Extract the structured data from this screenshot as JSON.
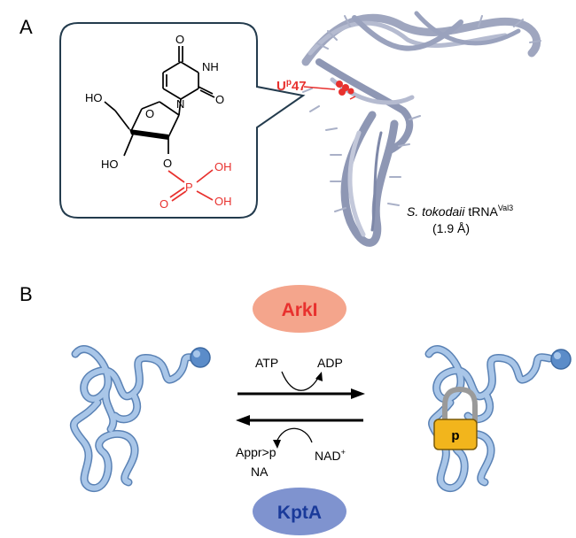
{
  "panel_a": {
    "label": "A",
    "molecule": {
      "atom_o_top": "O",
      "atom_nh": "NH",
      "atom_o_right": "O",
      "atom_n": "N",
      "atom_ho_top": "HO",
      "atom_o_ring": "O",
      "atom_ho_bottom": "HO",
      "atom_o_2p": "O",
      "atom_oh_1": "OH",
      "atom_p": "P",
      "atom_o_dbl": "O",
      "atom_oh_2": "OH"
    },
    "site_label_main": "U",
    "site_label_sup": "p",
    "site_label_num": "47",
    "species": "S. tokodaii",
    "trna": "tRNA",
    "trna_sup": "Val3",
    "resolution": "(1.9 Å)"
  },
  "panel_b": {
    "label": "B",
    "enzyme_top": "ArkI",
    "enzyme_bottom": "KptA",
    "atp": "ATP",
    "adp": "ADP",
    "nad": "NAD",
    "nad_sup": "+",
    "appr": "Appr>p",
    "na": "NA",
    "lock_label": "p"
  },
  "colors": {
    "red": "#e8312e",
    "enzyme_top_fill": "#f4a58c",
    "enzyme_bottom_fill": "#7f93cf",
    "rna_fill": "#a9c6e8",
    "rna_stroke": "#5a82b5",
    "lock_fill": "#f2b51c",
    "lock_shackle": "#9a9a9a",
    "box_stroke": "#233b4d"
  }
}
